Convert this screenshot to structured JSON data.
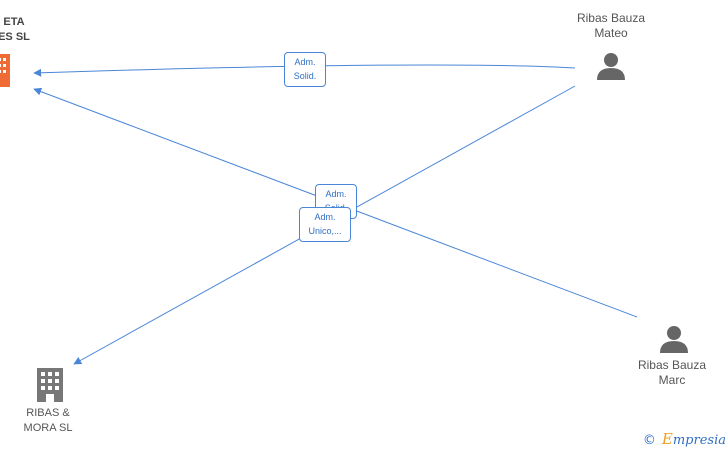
{
  "colors": {
    "edge": "#4a86d8",
    "person": "#666666",
    "company_main": "#f06a35",
    "company": "#777777",
    "brand_initial": "#f0a020"
  },
  "nodes": {
    "main_company": {
      "line1": "ETA",
      "line2": "ES  SL",
      "icon": "building-icon"
    },
    "ribas_bauza_mateo": {
      "line1": "Ribas Bauza",
      "line2": "Mateo",
      "icon": "person-icon"
    },
    "ribas_bauza_marc": {
      "line1": "Ribas Bauza",
      "line2": "Marc",
      "icon": "person-icon"
    },
    "ribas_mora": {
      "line1": "RIBAS &",
      "line2": "MORA  SL",
      "icon": "building-icon"
    }
  },
  "edges": [
    {
      "from": "Ribas Bauza Mateo",
      "to": "ETA ES SL",
      "role_line1": "Adm.",
      "role_line2": "Solid."
    },
    {
      "from": "Ribas Bauza Marc",
      "to": "ETA ES SL",
      "role_line1": "Adm.",
      "role_line2": "Solid."
    },
    {
      "from": "Ribas Bauza Mateo",
      "to": "RIBAS & MORA SL",
      "role_line1": "Adm.",
      "role_line2": "Unico,..."
    }
  ],
  "footer": {
    "copyright": "©",
    "brand_initial": "E",
    "brand_rest": "mpresia"
  }
}
